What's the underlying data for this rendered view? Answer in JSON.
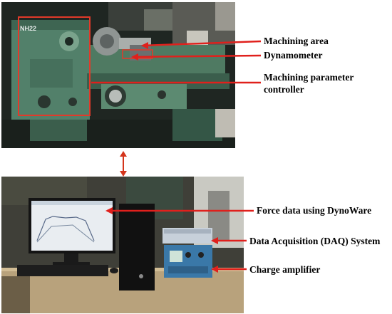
{
  "top_panel": {
    "machine_badge": "NH22",
    "labels": {
      "machining_area": "Machining area",
      "dynamometer": "Dynamometer",
      "parameter_controller_line1": "Machining parameter",
      "parameter_controller_line2": "controller"
    }
  },
  "bottom_panel": {
    "labels": {
      "force_data": "Force data using DynoWare",
      "daq_system": "Data Acquisition (DAQ) System",
      "charge_amplifier": "Charge amplifier"
    }
  },
  "colors": {
    "annotation_red": "#e0201c",
    "highlight_box_red": "#e23a2a",
    "lathe_green": "#4f7a62",
    "lathe_dark_green": "#2f4a3c"
  },
  "icons": [
    "double-arrow-icon"
  ]
}
